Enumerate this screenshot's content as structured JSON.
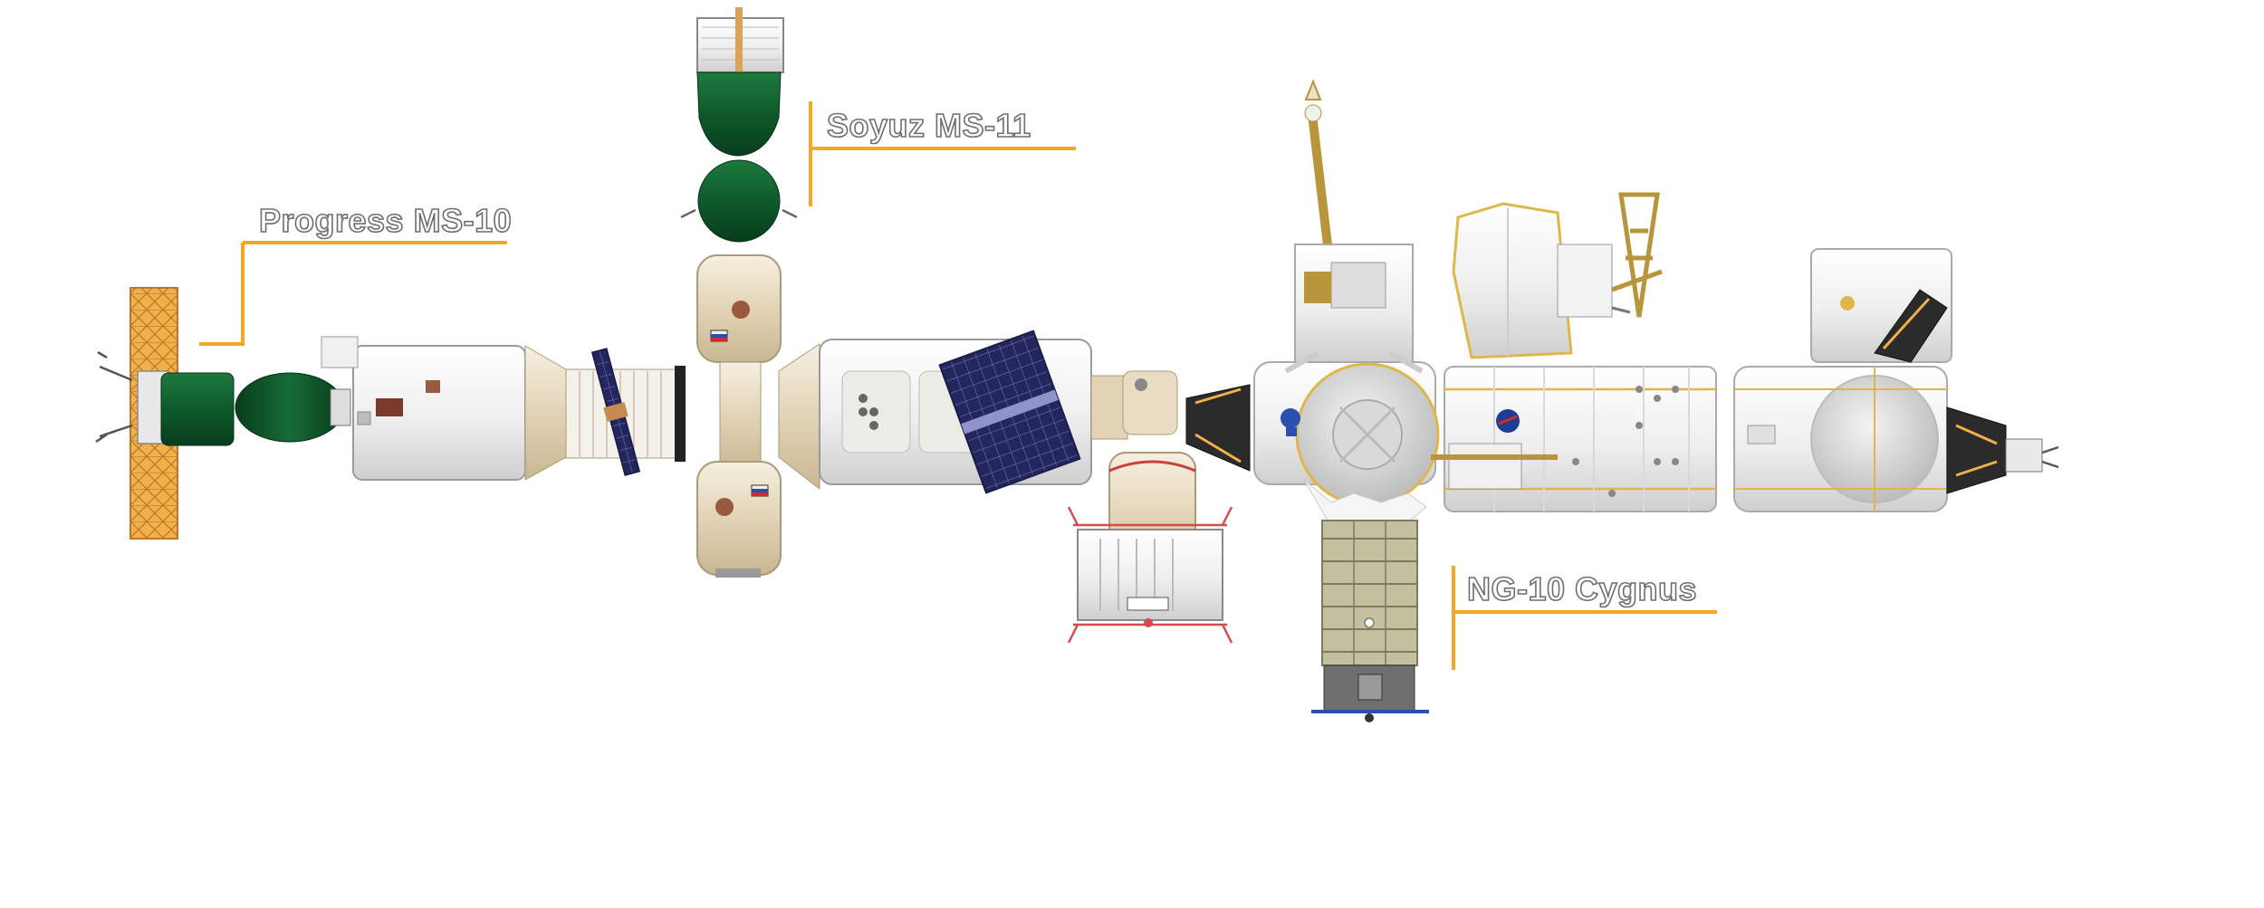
{
  "colors": {
    "leader_line": "#f5a623",
    "soyuz_green": "#0f5a2c",
    "module_beige": "#e9dcc3",
    "module_white": "#f3f3f3",
    "solar_panel": "#2a2c6b",
    "truss_orange": "#f2b04a",
    "cygnus_olive": "#b6b08f",
    "accent_gold": "#b8943a"
  },
  "labels": {
    "progress": "Progress MS-10",
    "soyuz": "Soyuz MS-11",
    "cygnus": "NG-10 Cygnus"
  },
  "icons": [
    "russian-flag-icon",
    "nasa-logo-icon",
    "usa-flag-icon"
  ]
}
